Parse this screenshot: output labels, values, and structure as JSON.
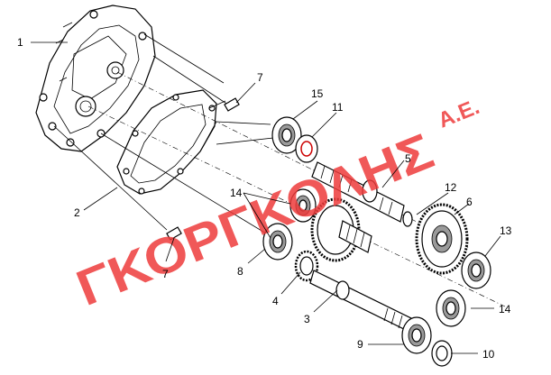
{
  "watermark": {
    "brand": "ΓΚΟΡΓΚΟΛΗΣ",
    "suffix": "Α.Ε.",
    "color": "#ee3b3b"
  },
  "callouts": [
    {
      "id": "c1",
      "label": "1"
    },
    {
      "id": "c2",
      "label": "2"
    },
    {
      "id": "c3",
      "label": "3"
    },
    {
      "id": "c4",
      "label": "4"
    },
    {
      "id": "c5",
      "label": "5"
    },
    {
      "id": "c6",
      "label": "6"
    },
    {
      "id": "c7a",
      "label": "7"
    },
    {
      "id": "c7b",
      "label": "7"
    },
    {
      "id": "c8",
      "label": "8"
    },
    {
      "id": "c9",
      "label": "9"
    },
    {
      "id": "c10",
      "label": "10"
    },
    {
      "id": "c11",
      "label": "11"
    },
    {
      "id": "c12",
      "label": "12"
    },
    {
      "id": "c13",
      "label": "13"
    },
    {
      "id": "c14a",
      "label": "14"
    },
    {
      "id": "c14b",
      "label": "14"
    },
    {
      "id": "c15",
      "label": "15"
    }
  ]
}
